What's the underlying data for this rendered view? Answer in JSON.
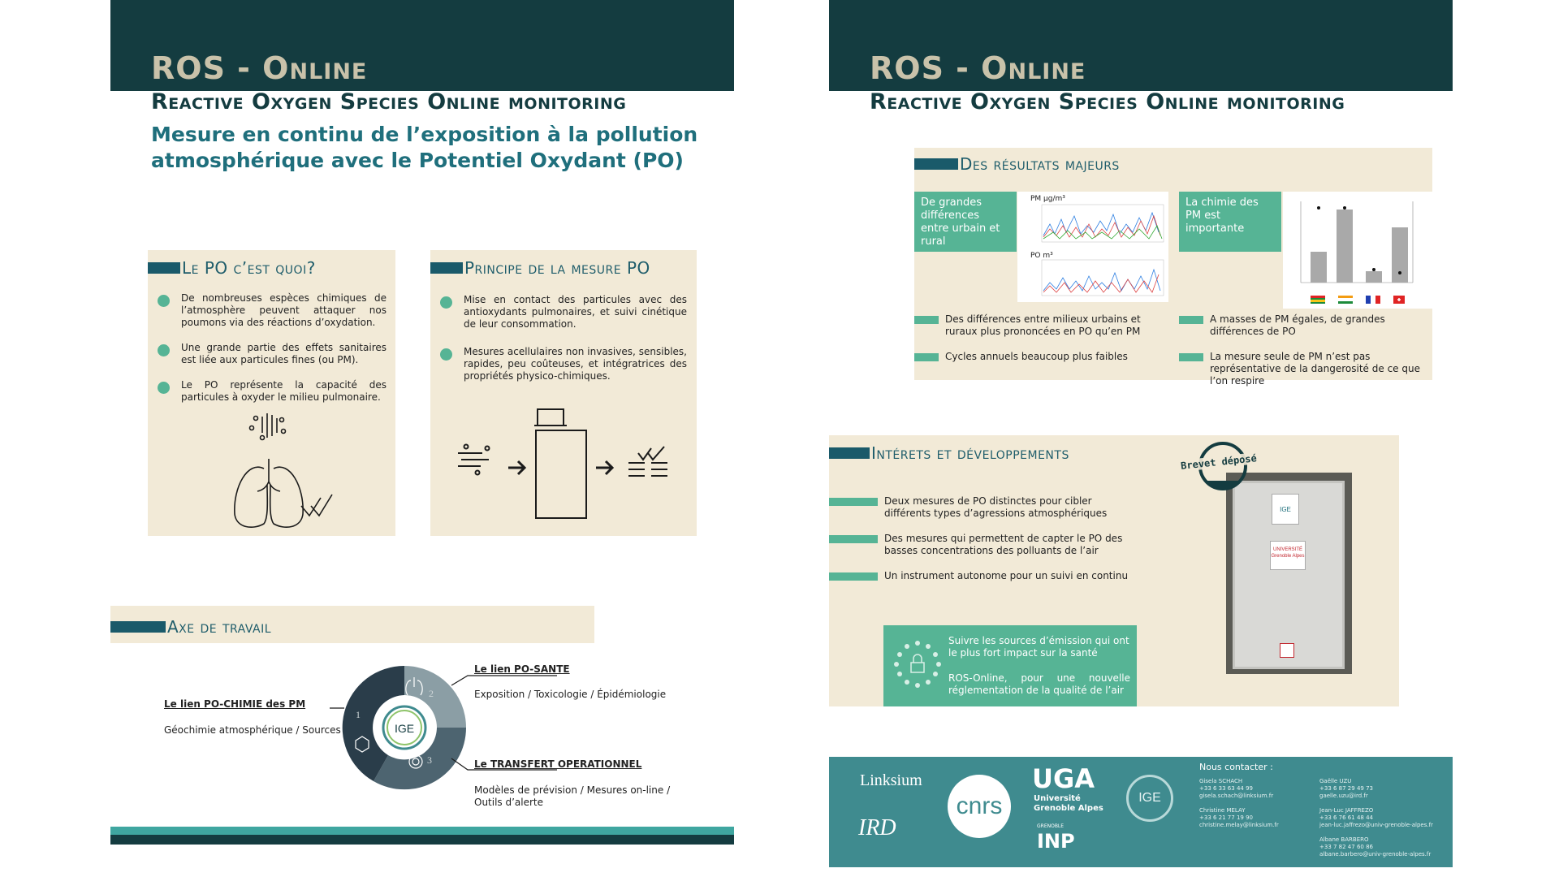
{
  "left_poster": {
    "title": "ROS - Online",
    "subtitle": "Reactive Oxygen Species Online monitoring",
    "tagline_line1": "Mesure en continu de l’exposition à la pollution",
    "tagline_line2": "atmosphérique avec le Potentiel Oxydant (PO)",
    "po_section": {
      "title": "Le PO c’est quoi?",
      "bullets": [
        "De nombreuses espèces chimiques de l’atmosphère peuvent attaquer nos poumons via des réactions d’oxydation.",
        "Une grande partie des effets sanitaires est liée aux particules fines (ou PM).",
        "Le PO représente la capacité des particules à oxyder le milieu pulmonaire."
      ]
    },
    "principe_section": {
      "title": "Principe de la mesure PO",
      "bullets": [
        "Mise en contact des particules avec des antioxydants pulmonaires, et suivi cinétique de leur consommation.",
        "Mesures acellulaires non invasives, sensibles, rapides, peu coûteuses, et intégratrices des propriétés physico-chimiques."
      ]
    },
    "axe_section": {
      "title": "Axe de travail",
      "center_label": "IGE",
      "numbers": [
        "1",
        "2",
        "3"
      ],
      "link_sante_title": "Le lien PO-SANTE",
      "link_sante_desc": "Exposition / Toxicologie / Épidémiologie",
      "link_chimie_title": "Le lien PO-CHIMIE des PM",
      "link_chimie_desc": "Géochimie atmosphérique / Sources",
      "transfert_title": "Le TRANSFERT OPERATIONNEL",
      "transfert_desc_line1": "Modèles de prévision / Mesures on-line /",
      "transfert_desc_line2": "Outils d’alerte"
    }
  },
  "right_poster": {
    "title": "ROS - Online",
    "subtitle": "Reactive Oxygen Species Online monitoring",
    "resultats": {
      "title": "Des résultats majeurs",
      "box1": "De grandes différences entre urbain et rural",
      "box2": "La chimie des PM est importante",
      "chart1_label_top": "PM µg/m³",
      "chart1_label_bottom": "PO m³",
      "items_left": [
        "Des différences entre milieux urbains et ruraux plus prononcées en PO qu’en PM",
        "Cycles annuels beaucoup plus faibles"
      ],
      "items_right": [
        "A masses de PM égales, de grandes différences de PO",
        "La mesure seule de PM n’est pas représentative de la dangerosité de ce que l’on respire"
      ]
    },
    "interets": {
      "title": "Intérets et développements",
      "items": [
        "Deux mesures de PO distinctes pour cibler différents types d’agressions atmosphériques",
        "Des mesures qui permettent de capter le PO des basses concentrations des polluants de l’air",
        "Un instrument autonome pour un suivi en continu"
      ],
      "stamp": "Brevet déposé",
      "teal_line1": "Suivre les sources d’émission qui ont le plus fort impact sur la santé",
      "teal_line2": "ROS-Online, pour une nouvelle réglementation de la qualité de l’air",
      "device_label1": "UNIVERSITÉ",
      "device_label2": "Grenoble Alpes",
      "device_logo": "IGE"
    },
    "footer": {
      "logo_linksium": "Linksium",
      "logo_ird": "IRD",
      "logo_cnrs": "cnrs",
      "logo_uga": "UGA",
      "logo_uga_sub1": "Université",
      "logo_uga_sub2": "Grenoble Alpes",
      "logo_inp": "INP",
      "logo_inp_top": "GRENOBLE",
      "logo_ige": "IGE",
      "contact_title": "Nous contacter :",
      "contacts": [
        {
          "name": "Gisela SCHACH",
          "phone": "+33 6 33 63 44 99",
          "email": "gisela.schach@linksium.fr"
        },
        {
          "name": "Christine MELAY",
          "phone": "+33 6 21 77 19 90",
          "email": "christine.melay@linksium.fr"
        },
        {
          "name": "Gaëlle UZU",
          "phone": "+33 6 87 29 49 73",
          "email": "gaelle.uzu@ird.fr"
        },
        {
          "name": "Jean-Luc JAFFREZO",
          "phone": "+33 6 76 61 48 44",
          "email": "jean-luc.jaffrezo@univ-grenoble-alpes.fr"
        },
        {
          "name": "Albane BARBERO",
          "phone": "+33 7 82 47 60 86",
          "email": "albane.barbero@univ-grenoble-alpes.fr"
        }
      ]
    }
  },
  "colors": {
    "dark_teal": "#143c40",
    "beige": "#f2ead7",
    "green": "#56b495",
    "footer_teal": "#3f8b8f"
  }
}
